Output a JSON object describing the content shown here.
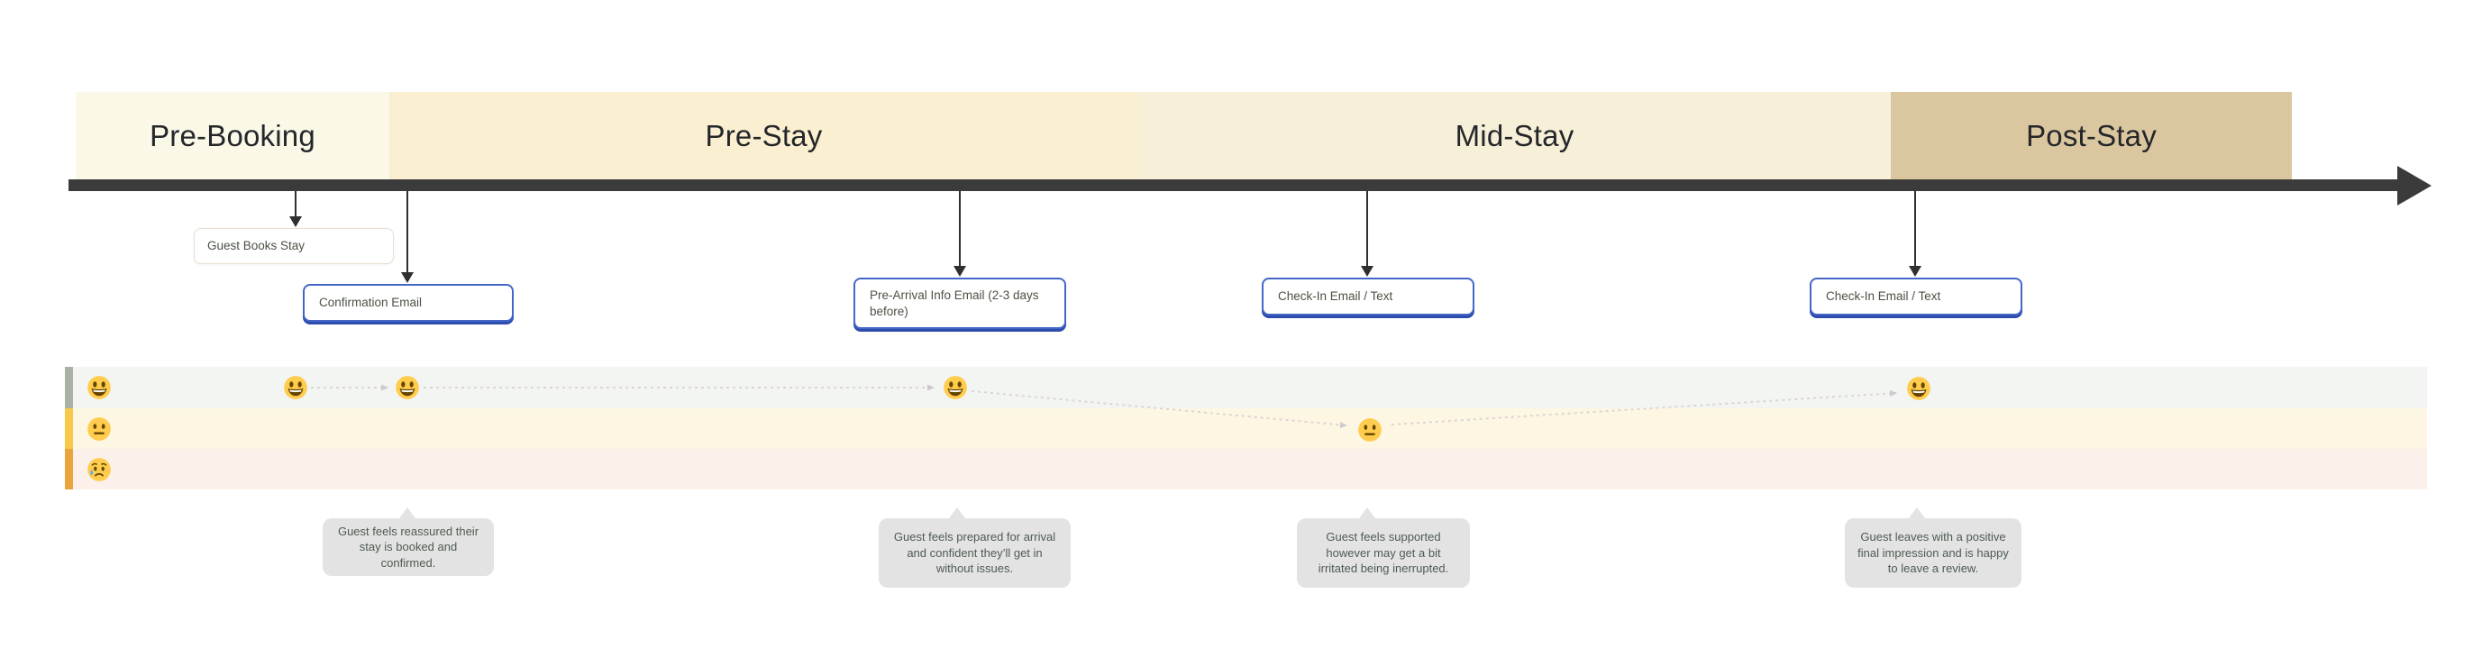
{
  "stages": [
    {
      "label": "Pre-Booking",
      "color": "#FBF8E8"
    },
    {
      "label": "Pre-Stay",
      "color": "#FAEFD0"
    },
    {
      "label": "Mid-Stay",
      "color": "#F7F0D8"
    },
    {
      "label": "Post-Stay",
      "color": "#DBC79F"
    }
  ],
  "timeline": {
    "bar_color": "#3B3B3B",
    "arrow_color": "#2F2F2F"
  },
  "touchpoints": [
    {
      "label": "Guest Books Stay",
      "style": "plain",
      "stage": "Pre-Booking"
    },
    {
      "label": "Confirmation Email",
      "style": "blue",
      "stage": "Pre-Stay"
    },
    {
      "label": "Pre-Arrival Info Email (2-3 days before)",
      "style": "blue",
      "stage": "Pre-Stay"
    },
    {
      "label": "Check-In Email / Text",
      "style": "blue",
      "stage": "Mid-Stay"
    },
    {
      "label": "Check-In Email / Text",
      "style": "blue",
      "stage": "Post-Stay"
    }
  ],
  "touchpoint_colors": {
    "blue_border": "#4466C8",
    "blue_shadow": "#2D4CAB",
    "plain_border": "#E8DED2"
  },
  "emotion_rows": [
    {
      "icon": "grinning-face-icon",
      "strip_color": "#A9B2A5",
      "band_color": "#F2F5F2"
    },
    {
      "icon": "neutral-face-icon",
      "strip_color": "#F6C94A",
      "band_color": "#FDF6E2"
    },
    {
      "icon": "sad-but-relieved-face-icon",
      "strip_color": "#E9A43E",
      "band_color": "#FCF0EB"
    }
  ],
  "journey_points": [
    {
      "icon": "grinning-face-icon",
      "row": "positive",
      "aligned_with": "Guest Books Stay"
    },
    {
      "icon": "grinning-face-icon",
      "row": "positive",
      "aligned_with": "Confirmation Email"
    },
    {
      "icon": "grinning-face-icon",
      "row": "positive",
      "aligned_with": "Pre-Arrival Info Email (2-3 days before)"
    },
    {
      "icon": "neutral-face-icon",
      "row": "neutral",
      "aligned_with": "Check-In Email / Text"
    },
    {
      "icon": "grinning-face-icon",
      "row": "positive",
      "aligned_with": "Check-In Email / Text"
    }
  ],
  "notes": [
    {
      "text": "Guest feels reassured their stay is booked and confirmed."
    },
    {
      "text": "Guest feels prepared for arrival and confident they’ll get in without issues."
    },
    {
      "text": "Guest feels supported however may get a bit irritated being inerrupted."
    },
    {
      "text": "Guest leaves with a positive final impression and is happy to leave a review."
    }
  ],
  "note_style": {
    "bubble_color": "#E3E3E3",
    "text_color": "#4E5B51"
  }
}
